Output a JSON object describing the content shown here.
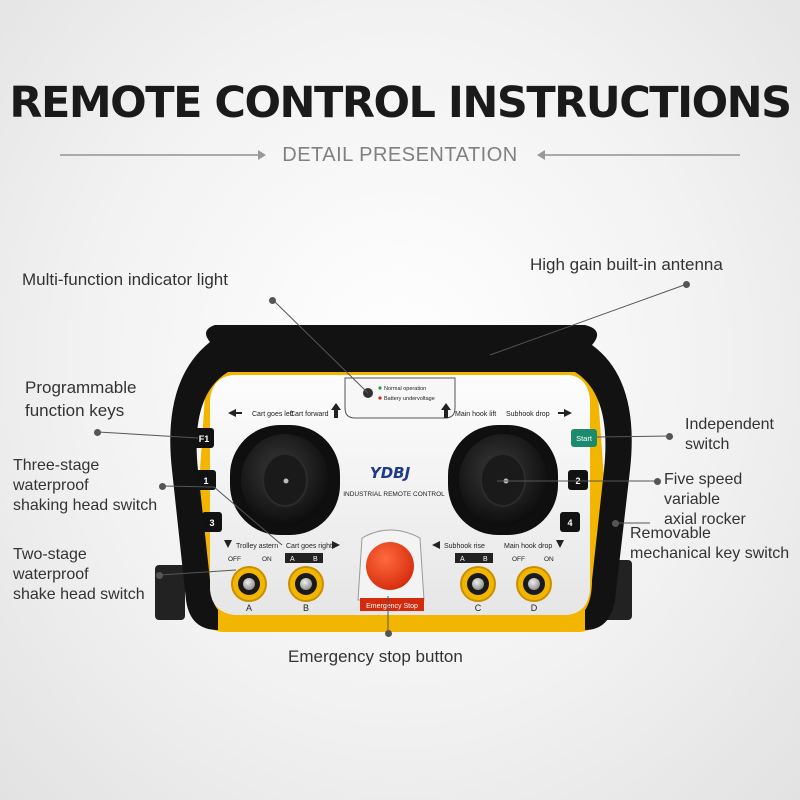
{
  "header": {
    "title": "REMOTE CONTROL INSTRUCTIONS",
    "subtitle": "DETAIL PRESENTATION"
  },
  "callouts": {
    "indicator_light": "Multi-function indicator light",
    "antenna": "High gain built-in antenna",
    "programmable_keys_1": "Programmable",
    "programmable_keys_2": "function keys",
    "independent_1": "Independent",
    "independent_2": "switch",
    "three_stage_1": "Three-stage",
    "three_stage_2": "waterproof",
    "three_stage_3": "shaking head switch",
    "rocker_1": "Five speed variable",
    "rocker_2": "axial rocker",
    "key_switch_1": "Removable",
    "key_switch_2": "mechanical key switch",
    "two_stage_1": "Two-stage",
    "two_stage_2": "waterproof",
    "two_stage_3": "shake head switch",
    "emergency_stop": "Emergency stop button"
  },
  "panel": {
    "brand": "YDBJ",
    "model_text": "INDUSTRIAL REMOTE CONTROL",
    "indicator_1": "Normal operation",
    "indicator_2": "Battery undervoltage",
    "cart_left": "Cart goes left",
    "cart_forward": "Cart forward",
    "main_hook_lift": "Main hook lift",
    "subhook_drop": "Subhook drop",
    "trolley_astern": "Trolley astern",
    "cart_right": "Cart goes right",
    "subhook_rise": "Subhook rise",
    "main_hook_drop": "Main hook drop",
    "key_f1": "F1",
    "key_1": "1",
    "key_3": "3",
    "key_2": "2",
    "key_4": "4",
    "start": "Start",
    "estop_label": "Emergency Stop",
    "off": "OFF",
    "on": "ON",
    "sw_a": "A",
    "sw_b": "B",
    "sw_c": "C",
    "sw_d": "D",
    "ab_left_a": "A",
    "ab_left_b": "B",
    "ab_right_a": "A",
    "ab_right_b": "B"
  },
  "colors": {
    "yellow": "#f3b600",
    "red_button": "#e63a1a",
    "start_green": "#1c8a6d"
  }
}
